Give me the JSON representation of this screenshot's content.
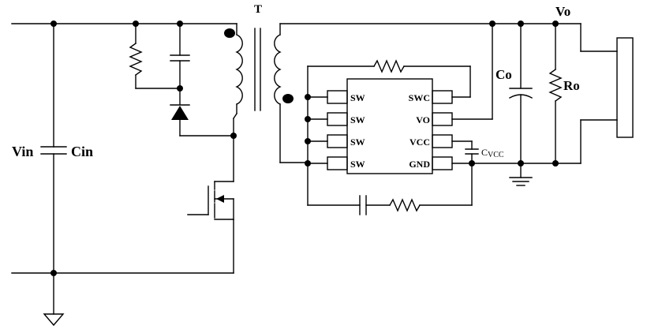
{
  "labels": {
    "vin": "Vin",
    "cin": "Cin",
    "transformer": "T",
    "vo": "Vo",
    "co": "Co",
    "ro": "Ro",
    "cvcc_main": "C",
    "cvcc_sub": "VCC"
  },
  "ic": {
    "left_pins": [
      "SW",
      "SW",
      "SW",
      "SW"
    ],
    "right_pins": [
      "SWC",
      "VO",
      "VCC",
      "GND"
    ]
  }
}
